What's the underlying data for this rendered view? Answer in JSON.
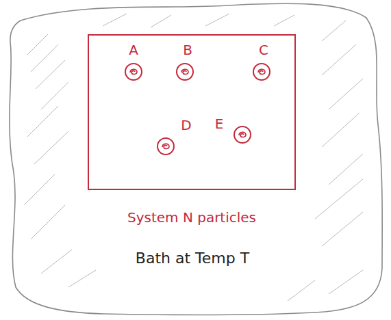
{
  "diagram": {
    "nodes": [
      {
        "text": [
          "Bath at Temp T"
        ]
      },
      {
        "text": [
          "System N particles"
        ],
        "in": 0
      },
      {
        "text": [
          "A"
        ],
        "in": 1
      },
      {
        "text": [
          "B"
        ],
        "in": 1
      },
      {
        "text": [
          "C"
        ],
        "in": 1
      },
      {
        "text": [
          "D"
        ],
        "in": 1
      },
      {
        "text": [
          "E"
        ],
        "in": 1
      }
    ]
  }
}
